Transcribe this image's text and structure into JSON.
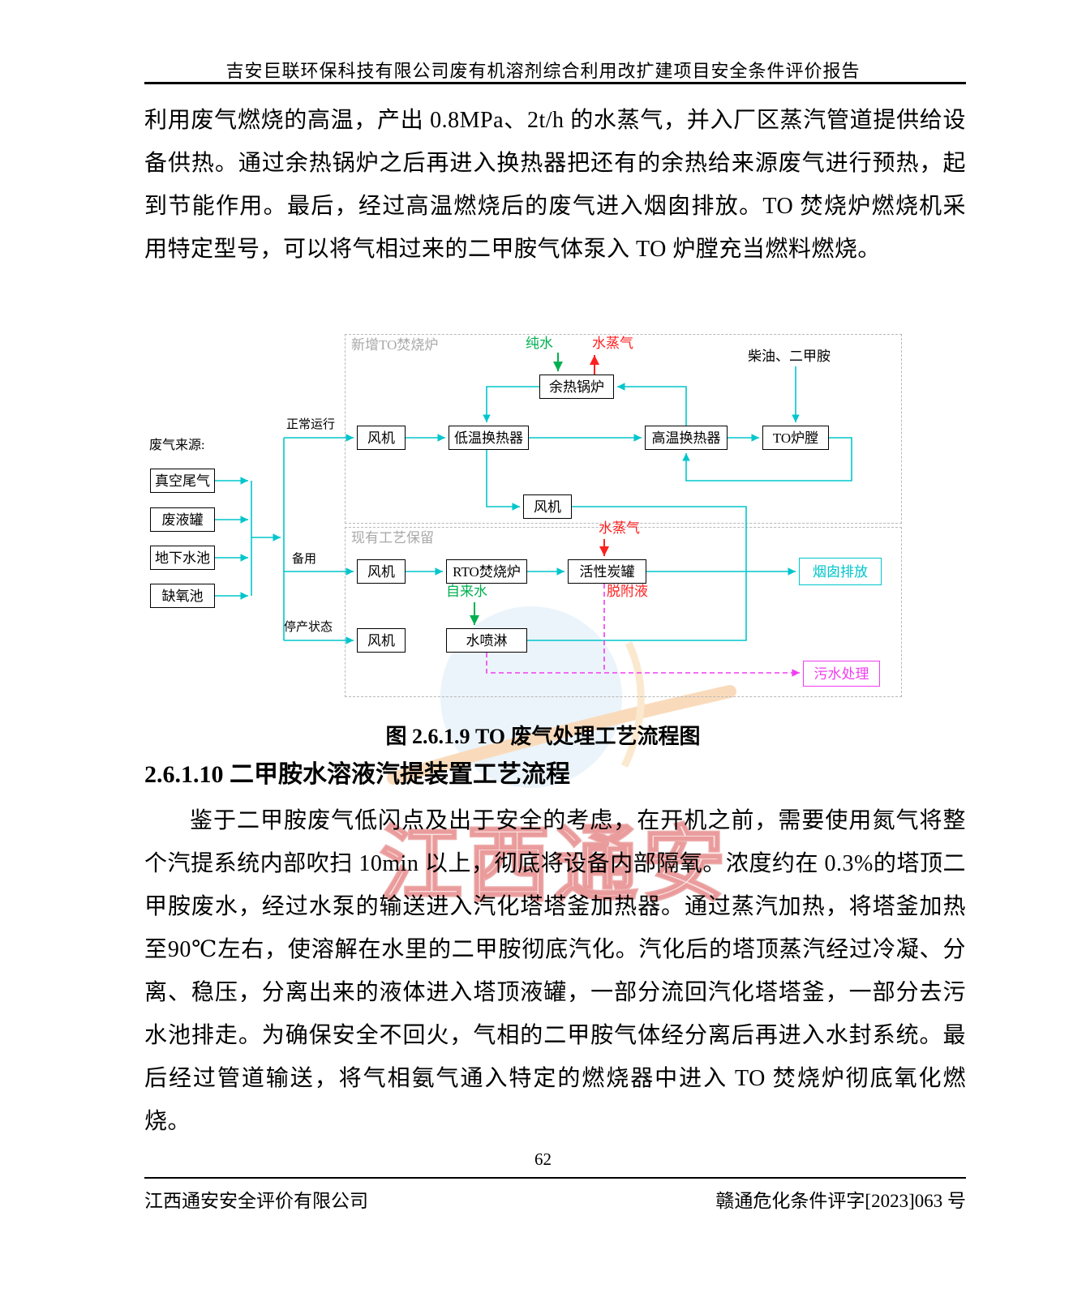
{
  "header": {
    "title": "吉安巨联环保科技有限公司废有机溶剂综合利用改扩建项目安全条件评价报告"
  },
  "body": {
    "p1": "利用废气燃烧的高温，产出 0.8MPa、2t/h 的水蒸气，并入厂区蒸汽管道提供给设备供热。通过余热锅炉之后再进入换热器把还有的余热给来源废气进行预热，起到节能作用。最后，经过高温燃烧后的废气进入烟囱排放。TO 焚烧炉燃烧机采用特定型号，可以将气相过来的二甲胺气体泵入 TO 炉膛充当燃料燃烧。",
    "figure_caption": "图 2.6.1.9 TO 废气处理工艺流程图",
    "section_heading": "2.6.1.10 二甲胺水溶液汽提装置工艺流程",
    "p2": "鉴于二甲胺废气低闪点及出于安全的考虑，在开机之前，需要使用氮气将整个汽提系统内部吹扫 10min 以上，彻底将设备内部隔氧。浓度约在 0.3%的塔顶二甲胺废水，经过水泵的输送进入汽化塔塔釜加热器。通过蒸汽加热，将塔釜加热至90℃左右，使溶解在水里的二甲胺彻底汽化。汽化后的塔顶蒸汽经过冷凝、分离、稳压，分离出来的液体进入塔顶液罐，一部分流回汽化塔塔釜，一部分去污水池排走。为确保安全不回火，气相的二甲胺气体经分离后再进入水封系统。最后经过管道输送，将气相氨气通入特定的燃烧器中进入 TO 焚烧炉彻底氧化燃烧。"
  },
  "diagram": {
    "group_new_label": "新增TO焚烧炉",
    "group_existing_label": "现有工艺保留",
    "source_title": "废气来源:",
    "source_1": "真空尾气",
    "source_2": "废液罐",
    "source_3": "地下水池",
    "source_4": "缺氧池",
    "branch_normal": "正常运行",
    "branch_standby": "备用",
    "branch_shutdown": "停产状态",
    "fan": "风机",
    "boiler": "余热锅炉",
    "low_temp_exchanger": "低温换热器",
    "high_temp_exchanger": "高温换热器",
    "to_furnace": "TO炉膛",
    "rto_incinerator": "RTO焚烧炉",
    "carbon_tank": "活性炭罐",
    "water_spray": "水喷淋",
    "chimney": "烟囱排放",
    "sewage_treatment": "污水处理",
    "pure_water": "纯水",
    "steam": "水蒸气",
    "diesel_dma": "柴油、二甲胺",
    "tap_water": "自来水",
    "desorption_liquid": "脱附液"
  },
  "footer": {
    "page_number": "62",
    "company": "江西通安安全评价有限公司",
    "doc_number": "赣通危化条件评字[2023]063 号"
  },
  "watermark": {
    "text": "江西通安"
  },
  "colors": {
    "flow_line": "#00c6cc",
    "green": "#00b050",
    "red": "#ff1f1f",
    "magenta": "#f23cf2",
    "group_border": "#b8b8b8",
    "gray_label": "#a8a8a8"
  }
}
